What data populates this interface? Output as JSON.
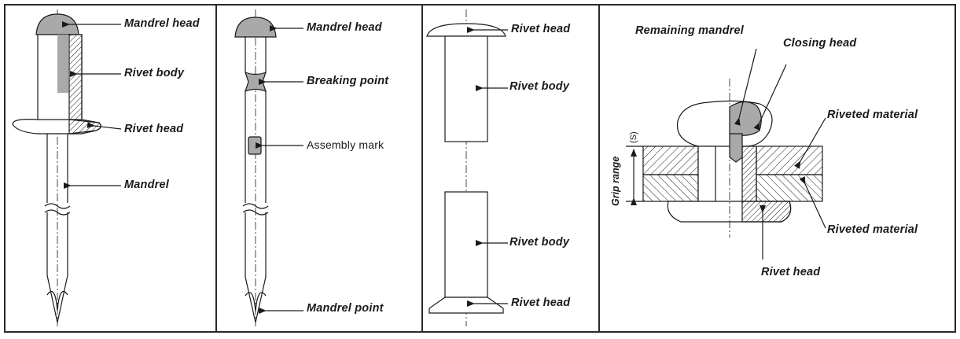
{
  "panel1": {
    "mandrel_head": "Mandrel head",
    "rivet_body": "Rivet body",
    "rivet_head": "Rivet head",
    "mandrel": "Mandrel"
  },
  "panel2": {
    "mandrel_head": "Mandrel head",
    "breaking_point": "Breaking point",
    "assembly_mark": "Assembly mark",
    "mandrel_point": "Mandrel point"
  },
  "panel3": {
    "rivet_head_top": "Rivet head",
    "rivet_body_top": "Rivet body",
    "rivet_body_bottom": "Rivet body",
    "rivet_head_bottom": "Rivet head"
  },
  "panel4": {
    "remaining_mandrel": "Remaining mandrel",
    "closing_head": "Closing head",
    "riveted_material_top": "Riveted material",
    "riveted_material_bottom": "Riveted material",
    "rivet_head": "Rivet head",
    "grip_range": "Grip range",
    "s_label": "(S)"
  },
  "colors": {
    "frame": "#2a2a2a",
    "line": "#1a1a1a",
    "head_fill": "#a9a9a9",
    "hatch": "#1a1a1a"
  }
}
